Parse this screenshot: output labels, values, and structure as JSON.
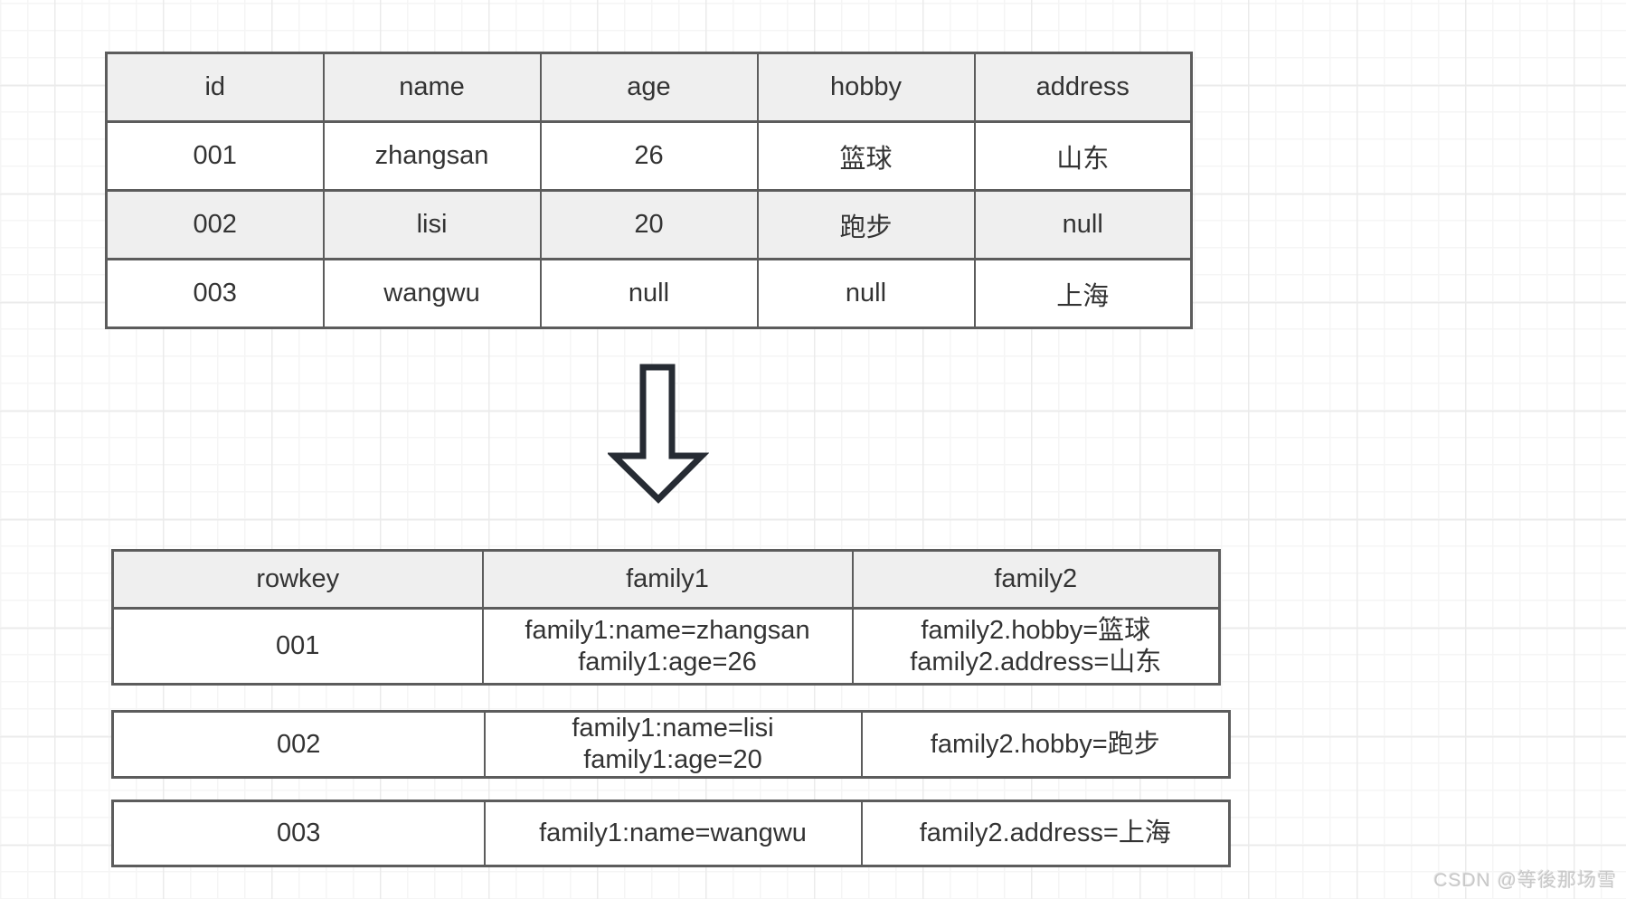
{
  "colors": {
    "table_border": "#5c5c5c",
    "header_fill": "#efefef",
    "alt_row_fill": "#efefef",
    "text": "#333333",
    "arrow_stroke": "#262b33",
    "arrow_fill": "#ffffff",
    "watermark_text": "#c8c8c8",
    "grid_minor": "#f5f5f5",
    "grid_major": "#ebebeb"
  },
  "source_table": {
    "headers": [
      "id",
      "name",
      "age",
      "hobby",
      "address"
    ],
    "rows": [
      [
        "001",
        "zhangsan",
        "26",
        "篮球",
        "山东"
      ],
      [
        "002",
        "lisi",
        "20",
        "跑步",
        "null"
      ],
      [
        "003",
        "wangwu",
        "null",
        "null",
        "上海"
      ]
    ]
  },
  "arrow": {
    "direction": "down"
  },
  "hbase_table": {
    "headers": [
      "rowkey",
      "family1",
      "family2"
    ],
    "rows": [
      {
        "rowkey": "001",
        "family1": [
          "family1:name=zhangsan",
          "family1:age=26"
        ],
        "family2": [
          "family2.hobby=篮球",
          "family2.address=山东"
        ]
      },
      {
        "rowkey": "002",
        "family1": [
          "family1:name=lisi",
          "family1:age=20"
        ],
        "family2": [
          "family2.hobby=跑步"
        ]
      },
      {
        "rowkey": "003",
        "family1": [
          "family1:name=wangwu"
        ],
        "family2": [
          "family2.address=上海"
        ]
      }
    ]
  },
  "watermark": "CSDN @等後那场雪"
}
